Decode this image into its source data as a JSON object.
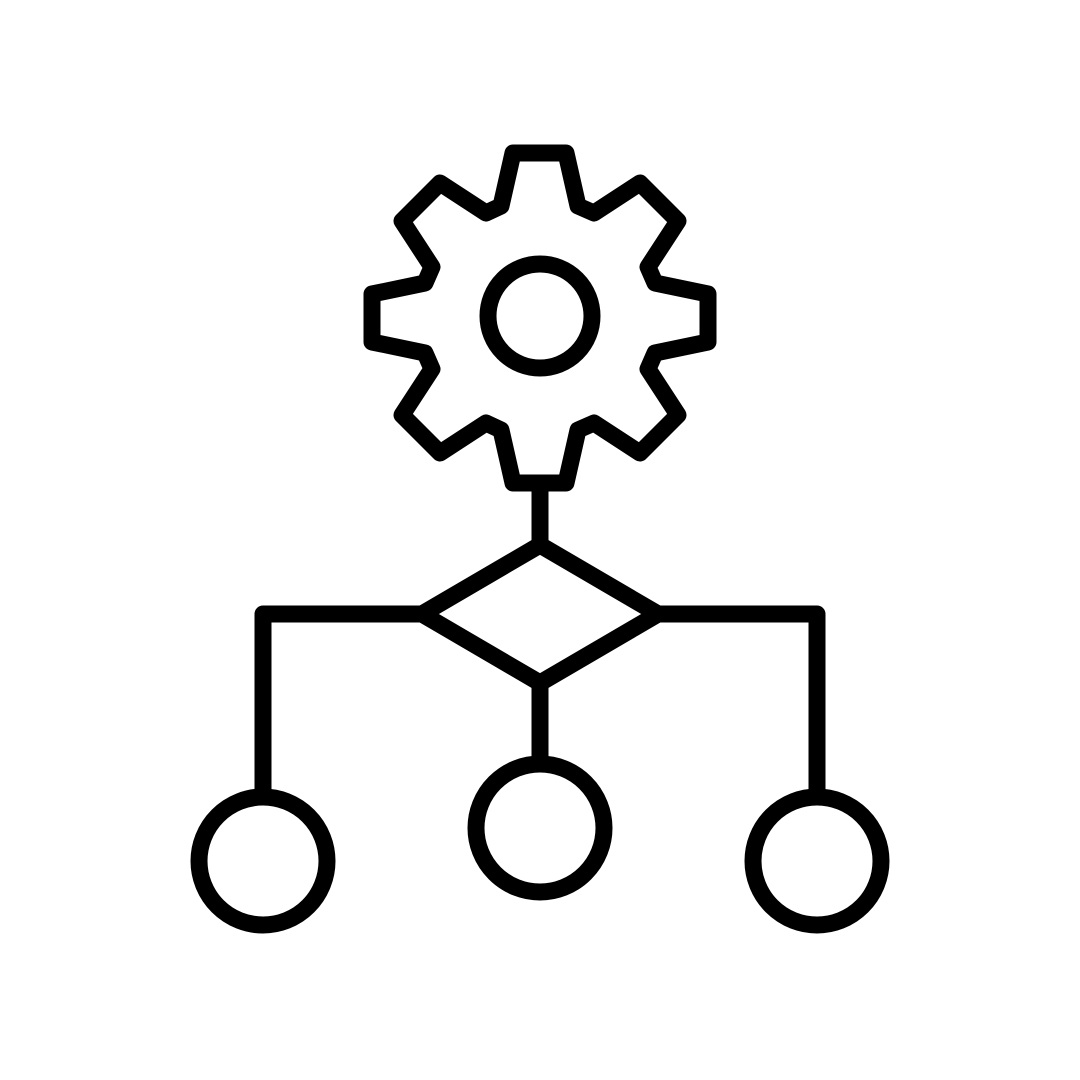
{
  "icon": {
    "name": "workflow-process-icon",
    "colors": {
      "stroke": "#000000",
      "background": "#ffffff"
    },
    "parts": {
      "gear": "gear-icon",
      "decision": "decision-diamond",
      "outputs": [
        "output-node-left",
        "output-node-center",
        "output-node-right"
      ]
    }
  }
}
